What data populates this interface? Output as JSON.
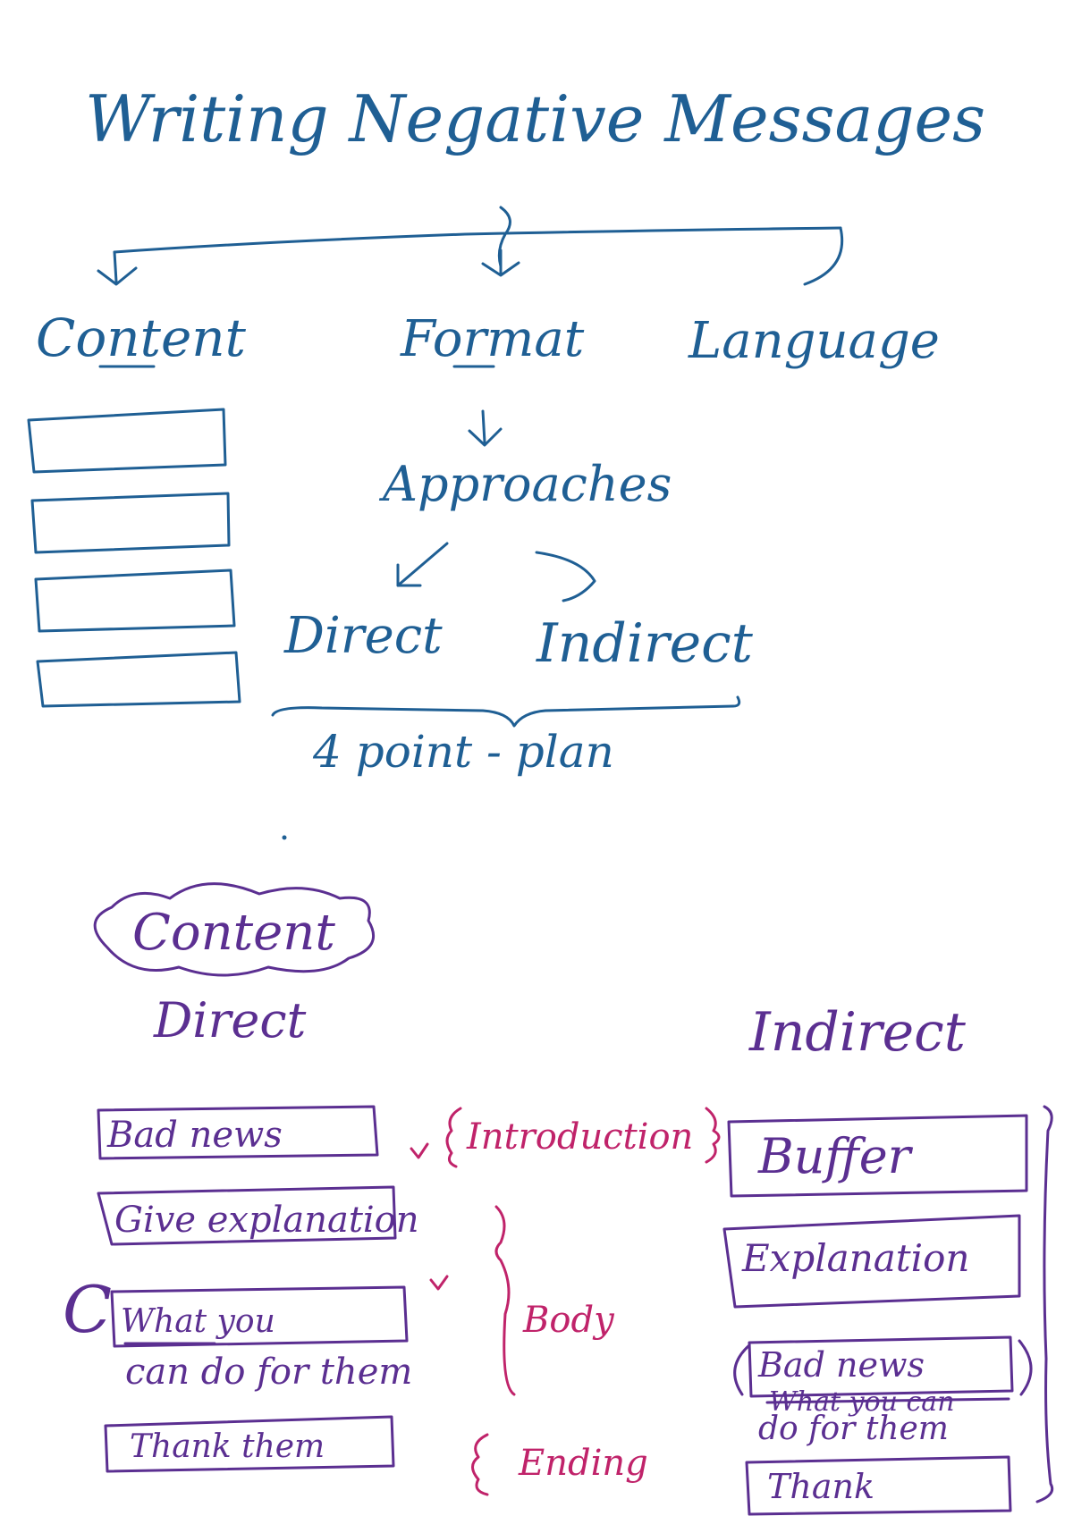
{
  "title": "Writing Negative Messages",
  "top_diagram": {
    "branches": [
      "Content",
      "Format",
      "Language"
    ],
    "format_child": "Approaches",
    "approaches": [
      "Direct",
      "Indirect"
    ],
    "plan_label": "4 point - plan"
  },
  "bottom_diagram": {
    "cloud_label": "Content",
    "direct": {
      "heading": "Direct",
      "boxes": [
        {
          "label": "Bad news"
        },
        {
          "label": "Give explanation"
        },
        {
          "label": "What you",
          "label2": "can do for them"
        },
        {
          "label": "Thank them"
        }
      ],
      "margin_letter": "C"
    },
    "sections": [
      "Introduction",
      "Body",
      "Ending"
    ],
    "indirect": {
      "heading": "Indirect",
      "boxes": [
        {
          "label": "Buffer"
        },
        {
          "label": "Explanation"
        },
        {
          "label": "Bad news",
          "label2": "What you can",
          "label3": "do for them"
        },
        {
          "label": "Thank"
        }
      ]
    }
  },
  "colors": {
    "blue_ink": "#1f5f94",
    "purple_ink": "#5b2f91",
    "pink_ink": "#c0236a",
    "background": "#ffffff"
  }
}
